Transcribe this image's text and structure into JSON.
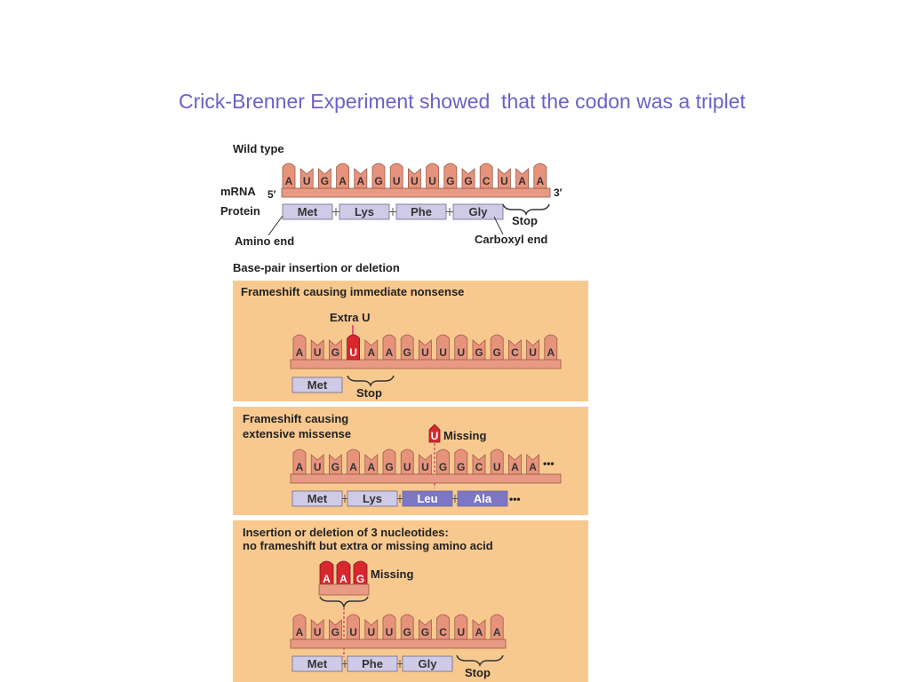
{
  "title": "Crick-Brenner Experiment showed  that the codon was a triplet",
  "colors": {
    "title": "#6a61c8",
    "tooth": "#e7937c",
    "tooth_stroke": "#9c5a48",
    "backbone": "#e99a84",
    "highlight": "#d9272e",
    "panel_bg": "#f8c98f",
    "amino_box": "#cfcbe6",
    "amino_box_dark": "#7d76c4",
    "pointer": "#d8306a"
  },
  "wild_type": {
    "heading": "Wild type",
    "mrna_label": "mRNA",
    "protein_label": "Protein",
    "five_prime": "5′",
    "three_prime": "3′",
    "nucleotides": [
      "A",
      "U",
      "G",
      "A",
      "A",
      "G",
      "U",
      "U",
      "U",
      "G",
      "G",
      "C",
      "U",
      "A",
      "A"
    ],
    "amino_acids": [
      "Met",
      "Lys",
      "Phe",
      "Gly"
    ],
    "stop_label": "Stop",
    "amino_end_label": "Amino end",
    "carboxyl_end_label": "Carboxyl end"
  },
  "section_heading": "Base-pair insertion or deletion",
  "panel1": {
    "heading": "Frameshift causing immediate nonsense",
    "extra_label": "Extra U",
    "extra_nucleotide": "U",
    "nucleotides": [
      "A",
      "U",
      "G",
      "U",
      "A",
      "A",
      "G",
      "U",
      "U",
      "U",
      "G",
      "G",
      "C",
      "U",
      "A"
    ],
    "amino_acids": [
      "Met"
    ],
    "stop_label": "Stop"
  },
  "panel2": {
    "heading_line1": "Frameshift causing",
    "heading_line2": "extensive missense",
    "missing_nucleotide": "U",
    "missing_label": "Missing",
    "nucleotides": [
      "A",
      "U",
      "G",
      "A",
      "A",
      "G",
      "U",
      "U",
      "G",
      "G",
      "C",
      "U",
      "A",
      "A"
    ],
    "trailing_dots": "•••",
    "amino_acids": [
      "Met",
      "Lys",
      "Leu",
      "Ala"
    ],
    "trailing_protein_dots": "•••"
  },
  "panel3": {
    "heading_line1": "Insertion or deletion of 3 nucleotides:",
    "heading_line2": "no frameshift but extra or missing amino acid",
    "missing_nucleotides": [
      "A",
      "A",
      "G"
    ],
    "missing_label": "Missing",
    "nucleotides": [
      "A",
      "U",
      "G",
      "U",
      "U",
      "U",
      "G",
      "G",
      "C",
      "U",
      "A",
      "A"
    ],
    "amino_acids": [
      "Met",
      "Phe",
      "Gly"
    ],
    "stop_label": "Stop"
  }
}
